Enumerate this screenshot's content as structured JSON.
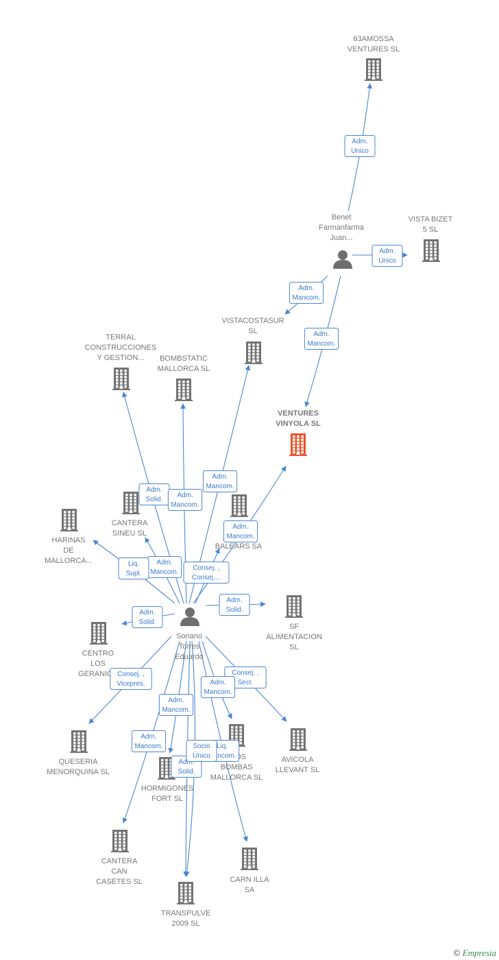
{
  "colors": {
    "building": "#737373",
    "building_focus": "#e8552d",
    "person": "#6e6e6e",
    "edge": "#4a86d0",
    "label": "#777777"
  },
  "nodes": [
    {
      "id": "n63",
      "type": "company",
      "lines": [
        "63AMOSSA",
        "VENTURES  SL"
      ],
      "name": "node-63amossa-ventures"
    },
    {
      "id": "benet",
      "type": "person",
      "lines": [
        "Benet",
        "Farmanfarma",
        "Juan..."
      ],
      "name": "node-benet-farmanfarma"
    },
    {
      "id": "vista",
      "type": "company",
      "lines": [
        "VISTA BIZET",
        "5  SL"
      ],
      "name": "node-vista-bizet"
    },
    {
      "id": "vistacosta",
      "type": "company",
      "lines": [
        "VISTACOSTASUR",
        "SL"
      ],
      "name": "node-vistacostasur"
    },
    {
      "id": "ventures",
      "type": "company_focus",
      "lines": [
        "VENTURES",
        "VINYOLA  SL"
      ],
      "name": "node-ventures-vinyola"
    },
    {
      "id": "terral",
      "type": "company",
      "lines": [
        "TERRAL",
        "CONSTRUCCIONES",
        "Y GESTION..."
      ],
      "name": "node-terral"
    },
    {
      "id": "bombstatic",
      "type": "company",
      "lines": [
        "BOMBSTATIC",
        "MALLORCA  SL"
      ],
      "name": "node-bombstatic"
    },
    {
      "id": "cantera_sineu",
      "type": "company",
      "lines": [
        "CANTERA",
        "SINEU  SL"
      ],
      "name": "node-cantera-sineu"
    },
    {
      "id": "baleares",
      "type": "company",
      "lines": [
        "BALEARS SA"
      ],
      "name": "node-balears"
    },
    {
      "id": "harinas",
      "type": "company",
      "lines": [
        "HARINAS",
        "DE",
        "MALLORCA..."
      ],
      "name": "node-harinas"
    },
    {
      "id": "soriano",
      "type": "person",
      "lines": [
        "Soriano",
        "Torres",
        "Eduardo"
      ],
      "name": "node-soriano-torres"
    },
    {
      "id": "sf",
      "type": "company",
      "lines": [
        "SF",
        "ALIMENTACION",
        "SL"
      ],
      "name": "node-sf-alimentacion"
    },
    {
      "id": "centro",
      "type": "company",
      "lines": [
        "CENTRO",
        "LOS",
        "GERANIOS"
      ],
      "name": "node-centro-geranios"
    },
    {
      "id": "queseria",
      "type": "company",
      "lines": [
        "QUESERIA",
        "MENORQUINA SL"
      ],
      "name": "node-queseria"
    },
    {
      "id": "avicola",
      "type": "company",
      "lines": [
        "AVICOLA",
        "LLEVANT SL"
      ],
      "name": "node-avicola"
    },
    {
      "id": "bombas",
      "type": "company",
      "lines": [
        "...IOS",
        "BOMBAS",
        "MALLORCA  SL"
      ],
      "name": "node-bombas"
    },
    {
      "id": "hormigones",
      "type": "company",
      "lines": [
        "HORMIGONES",
        "FORT SL"
      ],
      "name": "node-hormigones"
    },
    {
      "id": "cantera_can",
      "type": "company",
      "lines": [
        "CANTERA",
        "CAN",
        "CASETES  SL"
      ],
      "name": "node-cantera-can"
    },
    {
      "id": "carn",
      "type": "company",
      "lines": [
        "CARN ILLA",
        "SA"
      ],
      "name": "node-carn-illa"
    },
    {
      "id": "transpulve",
      "type": "company",
      "lines": [
        "TRANSPULVE",
        "2009 SL"
      ],
      "name": "node-transpulve"
    }
  ],
  "edges": [
    {
      "from": "benet",
      "to": "n63",
      "lines": [
        "Adm.",
        "Unico"
      ]
    },
    {
      "from": "benet",
      "to": "vista",
      "lines": [
        "Adm.",
        "Unico"
      ]
    },
    {
      "from": "benet",
      "to": "vistacosta",
      "lines": [
        "Adm.",
        "Mancom."
      ]
    },
    {
      "from": "benet",
      "to": "ventures",
      "lines": [
        "Adm.",
        "Mancom."
      ]
    },
    {
      "from": "soriano",
      "to": "terral",
      "lines": [
        "Adm.",
        "Solid."
      ]
    },
    {
      "from": "soriano",
      "to": "bombstatic",
      "lines": [
        "Adm.",
        "Mancom."
      ]
    },
    {
      "from": "soriano",
      "to": "vistacosta",
      "lines": [
        "Adm.",
        "Mancom."
      ]
    },
    {
      "from": "soriano",
      "to": "ventures",
      "lines": [
        "Adm.",
        "Mancom."
      ]
    },
    {
      "from": "soriano",
      "to": "cantera_sineu",
      "lines": [
        "Adm.",
        "Mancom."
      ]
    },
    {
      "from": "soriano",
      "to": "baleares",
      "lines": [
        "Consej. ,",
        "Consej...."
      ]
    },
    {
      "from": "soriano",
      "to": "harinas",
      "lines": [
        "Liq.",
        "Supl."
      ]
    },
    {
      "from": "soriano",
      "to": "sf",
      "lines": [
        "Adm.",
        "Solid."
      ]
    },
    {
      "from": "soriano",
      "to": "centro",
      "lines": [
        "Adm.",
        "Solid."
      ]
    },
    {
      "from": "soriano",
      "to": "queseria",
      "lines": [
        "Consej. ,",
        "Vicepres."
      ]
    },
    {
      "from": "soriano",
      "to": "avicola",
      "lines": [
        "Consej. ,",
        "Secr."
      ]
    },
    {
      "from": "soriano",
      "to": "bombas",
      "lines": [
        "Adm.",
        "Mancom."
      ]
    },
    {
      "from": "soriano",
      "to": "hormigones",
      "lines": [
        "Adm.",
        "Mancom."
      ]
    },
    {
      "from": "soriano",
      "to": "cantera_can",
      "lines": [
        "Adm.",
        "Mancom."
      ]
    },
    {
      "from": "soriano",
      "to": "carn",
      "lines": [
        "Liq.",
        "Mancom."
      ]
    },
    {
      "from": "soriano",
      "to": "transpulve",
      "lines": [
        "Adm.",
        "Solid."
      ]
    },
    {
      "from": "soriano",
      "to": "transpulve",
      "lines": [
        "Socio",
        "Único"
      ]
    }
  ],
  "footer": {
    "copyright_symbol": "©",
    "brand": "Empresia"
  }
}
